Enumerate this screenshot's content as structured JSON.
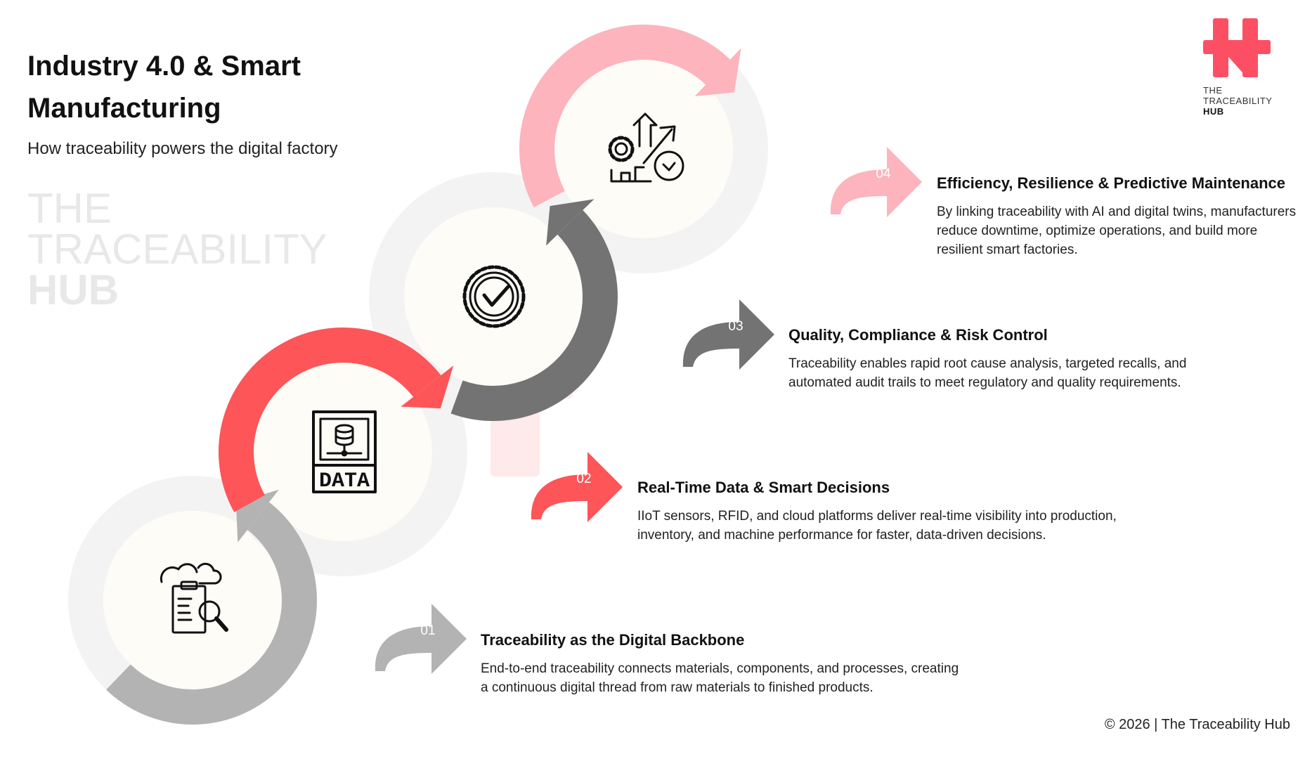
{
  "header": {
    "title": "Industry 4.0 & Smart Manufacturing",
    "subtitle": "How traceability powers the digital factory"
  },
  "logo": {
    "line1": "THE",
    "line2": "TRACEABILITY",
    "line3": "HUB",
    "color": "#fd4f63"
  },
  "watermark": {
    "line1": "THE",
    "line2": "TRACEABILITY",
    "line3": "HUB"
  },
  "colors": {
    "pink": "#fdb4bc",
    "red": "#fd5558",
    "dark_grey": "#737373",
    "light_grey": "#b3b3b3",
    "ring": "#f3f3f3",
    "inner": "#fdfcf7"
  },
  "steps": [
    {
      "number": "01",
      "title": "Traceability as the Digital Backbone",
      "body": "End-to-end traceability connects materials, components, and processes, creating a continuous digital thread from raw materials to finished products.",
      "icon": "clipboard-cloud-search-icon",
      "color": "#b3b3b3"
    },
    {
      "number": "02",
      "title": "Real-Time Data & Smart Decisions",
      "body": "IIoT sensors, RFID, and cloud platforms deliver real-time visibility into production, inventory, and machine performance for faster, data-driven decisions.",
      "icon": "data-icon",
      "icon_text": "DATA",
      "color": "#fd5558"
    },
    {
      "number": "03",
      "title": "Quality, Compliance & Risk Control",
      "body": "Traceability enables rapid root cause analysis, targeted recalls, and automated audit trails to meet regulatory and quality requirements.",
      "icon": "quality-badge-check-icon",
      "color": "#737373"
    },
    {
      "number": "04",
      "title": "Efficiency, Resilience & Predictive Maintenance",
      "body": "By linking traceability with AI and digital twins, manufacturers reduce downtime, optimize operations, and build more resilient smart factories.",
      "icon": "gear-growth-clock-icon",
      "color": "#fdb4bc"
    }
  ],
  "footer": "© 2026 | The Traceability Hub"
}
